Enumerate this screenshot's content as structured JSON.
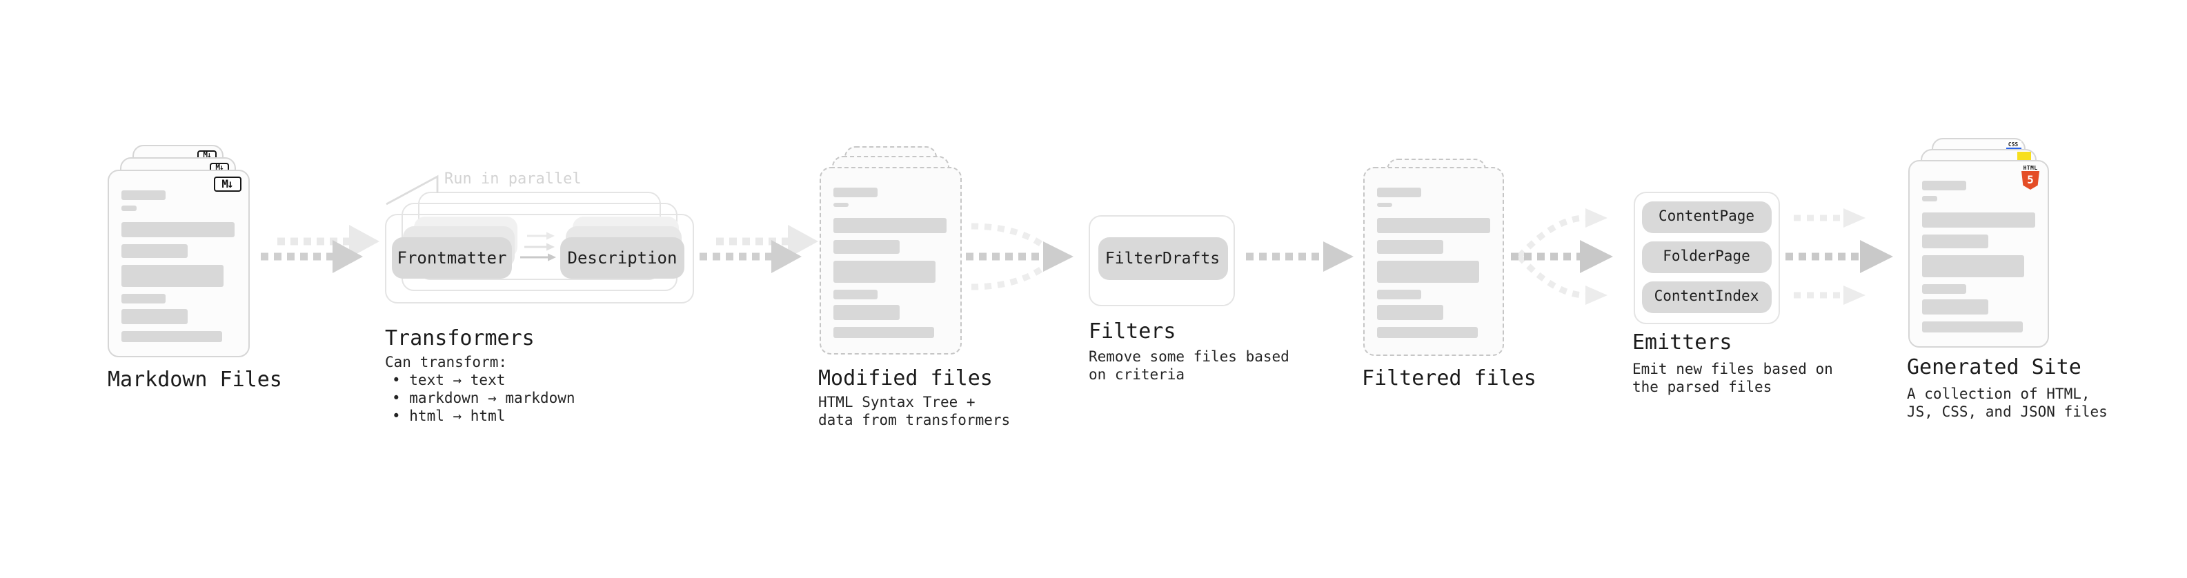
{
  "pipeline": {
    "markdown_files": {
      "label": "Markdown Files",
      "badge": "M↓"
    },
    "transformers": {
      "label": "Transformers",
      "annotation": "Run in parallel",
      "plugins": [
        "Frontmatter",
        "Description"
      ],
      "desc_title": "Can transform:",
      "bullets": [
        "• text → text",
        "• markdown → markdown",
        "• html → html"
      ]
    },
    "modified_files": {
      "label": "Modified files",
      "desc": [
        "HTML Syntax Tree +",
        "data from transformers"
      ]
    },
    "filters": {
      "label": "Filters",
      "plugins": [
        "FilterDrafts"
      ],
      "desc": [
        "Remove some files based",
        "on criteria"
      ]
    },
    "filtered_files": {
      "label": "Filtered files"
    },
    "emitters": {
      "label": "Emitters",
      "plugins": [
        "ContentPage",
        "FolderPage",
        "ContentIndex"
      ],
      "desc": [
        "Emit new files based on",
        "the parsed files"
      ]
    },
    "generated_site": {
      "label": "Generated Site",
      "desc": [
        "A collection of HTML,",
        "JS, CSS, and JSON files"
      ],
      "badges": {
        "css": "CSS",
        "html_label": "HTML",
        "html_number": "5"
      }
    }
  },
  "colors": {
    "html5_orange": "#e44d26",
    "js_yellow": "#f7df1e",
    "css_blue": "#2962e8",
    "arrow_gray": "#cfcfcf",
    "arrow_light": "#ebebeb",
    "pill_gray": "#d9d9d9"
  }
}
